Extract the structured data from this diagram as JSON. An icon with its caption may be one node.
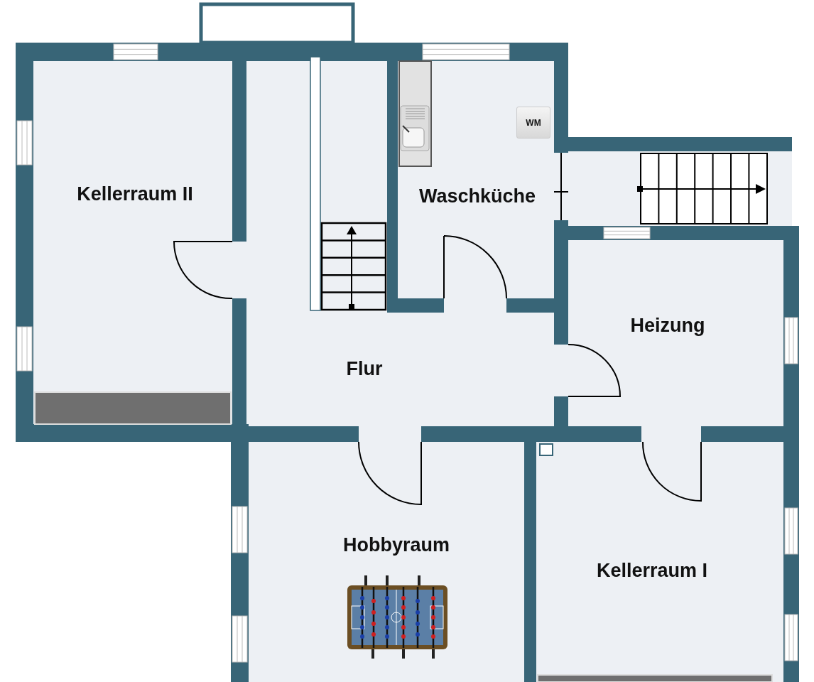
{
  "diagram": {
    "nodes": [
      {
        "text": [
          "Kellerraum II"
        ]
      },
      {
        "text": [
          "Waschküche"
        ]
      },
      {
        "text": [
          "Heizung"
        ]
      },
      {
        "text": [
          "Flur"
        ]
      },
      {
        "text": [
          "Hobbyraum"
        ]
      },
      {
        "text": [
          "Kellerraum I"
        ]
      },
      {
        "text": [
          "WM"
        ],
        "in": 1
      }
    ]
  }
}
